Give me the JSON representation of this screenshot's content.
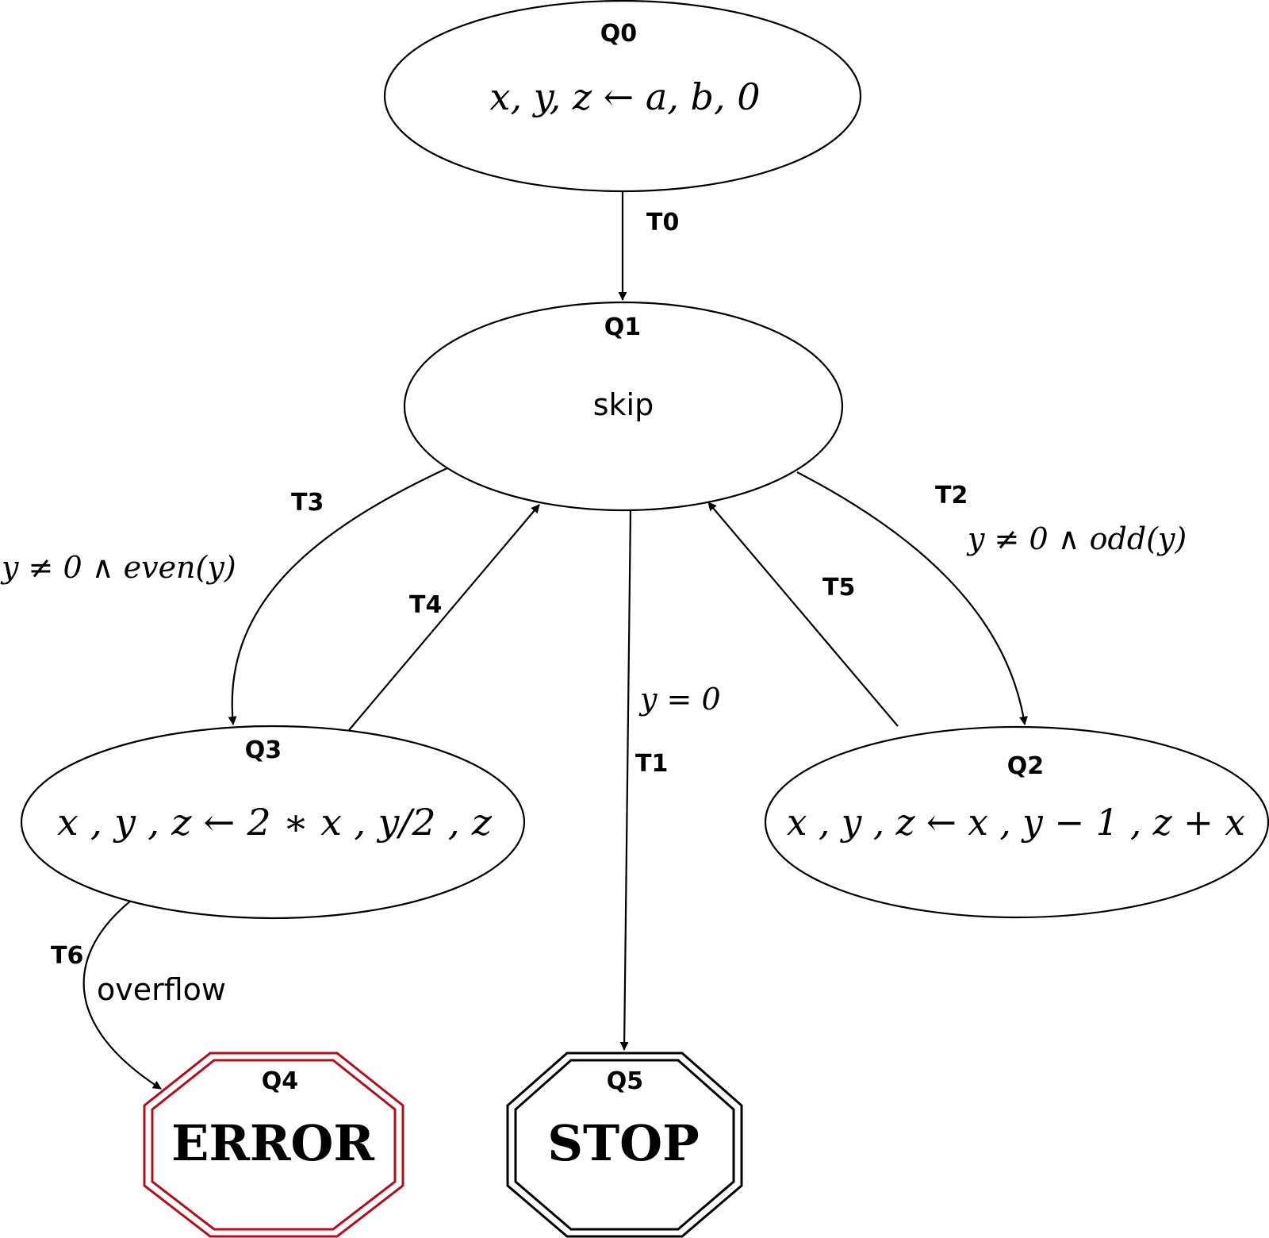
{
  "states": {
    "q0": {
      "id": "Q0",
      "action": "x, y, z ← a, b, 0"
    },
    "q1": {
      "id": "Q1",
      "action": "skip"
    },
    "q2": {
      "id": "Q2",
      "action": "x , y , z ← x , y − 1 , z + x"
    },
    "q3": {
      "id": "Q3",
      "action": "x , y , z ← 2 ∗ x , y/2 , z"
    },
    "q4": {
      "id": "Q4",
      "action": "ERROR",
      "color": "#b0101e"
    },
    "q5": {
      "id": "Q5",
      "action": "STOP",
      "color": "#000000"
    }
  },
  "transitions": {
    "t0": {
      "id": "T0",
      "guard": ""
    },
    "t1": {
      "id": "T1",
      "guard": "y = 0"
    },
    "t2": {
      "id": "T2",
      "guard": "y ≠ 0 ∧ odd(y)"
    },
    "t3": {
      "id": "T3",
      "guard": "y ≠ 0 ∧ even(y)"
    },
    "t4": {
      "id": "T4",
      "guard": ""
    },
    "t5": {
      "id": "T5",
      "guard": ""
    },
    "t6": {
      "id": "T6",
      "guard": "overflow"
    }
  }
}
